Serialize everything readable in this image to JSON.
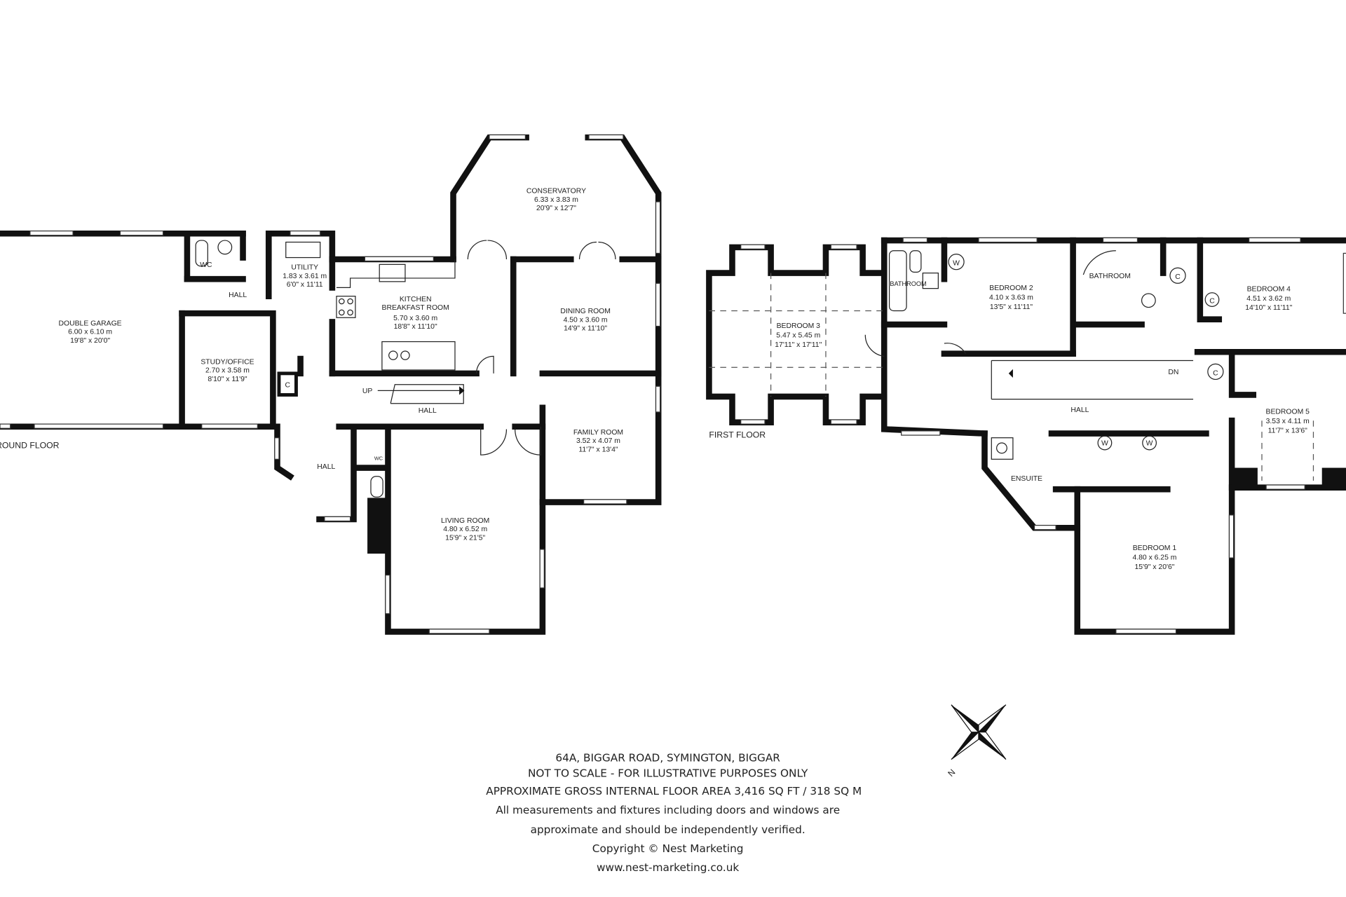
{
  "floors": {
    "ground": {
      "label": "GROUND FLOOR",
      "rooms": [
        {
          "name": "DOUBLE GARAGE",
          "metric": "6.00 x 6.10 m",
          "imperial": "19'8\" x 20'0\""
        },
        {
          "name": "WC"
        },
        {
          "name": "HALL"
        },
        {
          "name": "UTILITY",
          "metric": "1.83 x 3.61 m",
          "imperial": "6'0\" x 11'11"
        },
        {
          "name": "STUDY/OFFICE",
          "metric": "2.70 x 3.58 m",
          "imperial": "8'10\" x 11'9\""
        },
        {
          "name": "KITCHEN",
          "name2": "BREAKFAST ROOM",
          "metric": "5.70 x 3.60 m",
          "imperial": "18'8\" x 11'10\""
        },
        {
          "name": "CONSERVATORY",
          "metric": "6.33 x 3.83 m",
          "imperial": "20'9\" x 12'7\""
        },
        {
          "name": "DINING ROOM",
          "metric": "4.50 x 3.60 m",
          "imperial": "14'9\" x 11'10\""
        },
        {
          "name": "HALL"
        },
        {
          "name": "FAMILY ROOM",
          "metric": "3.52 x 4.07 m",
          "imperial": "11'7\" x 13'4\""
        },
        {
          "name": "HALL"
        },
        {
          "name": "WC"
        },
        {
          "name": "LIVING ROOM",
          "metric": "4.80 x 6.52 m",
          "imperial": "15'9\" x 21'5\""
        }
      ],
      "markers": {
        "up": "UP",
        "cupboard": "C"
      }
    },
    "first": {
      "label": "FIRST FLOOR",
      "rooms": [
        {
          "name": "BEDROOM 3",
          "metric": "5.47 x 5.45 m",
          "imperial": "17'11\" x 17'11\""
        },
        {
          "name": "BATHROOM"
        },
        {
          "name": "BEDROOM 2",
          "metric": "4.10 x 3.63 m",
          "imperial": "13'5\" x 11'11\""
        },
        {
          "name": "BATHROOM"
        },
        {
          "name": "BEDROOM 4",
          "metric": "4.51 x 3.62 m",
          "imperial": "14'10\" x 11'11\""
        },
        {
          "name": "HALL"
        },
        {
          "name": "BEDROOM 5",
          "metric": "3.53 x 4.11 m",
          "imperial": "11'7\" x 13'6\""
        },
        {
          "name": "ENSUITE"
        },
        {
          "name": "BEDROOM 1",
          "metric": "4.80 x 6.25 m",
          "imperial": "15'9\" x 20'6\""
        }
      ],
      "markers": {
        "down": "DN",
        "cupboard": "C",
        "wardrobe": "W"
      }
    }
  },
  "compass": {
    "north_label": "N"
  },
  "footer": {
    "address": "64A, BIGGAR ROAD, SYMINGTON, BIGGAR",
    "scale_note": "NOT TO SCALE - FOR ILLUSTRATIVE PURPOSES ONLY",
    "area": "APPROXIMATE GROSS INTERNAL FLOOR AREA 3,416 SQ FT / 318 SQ M",
    "disclaimer_1": "All measurements and fixtures including doors and windows are",
    "disclaimer_2": "approximate and should be independently verified.",
    "copyright": "Copyright © Nest Marketing",
    "website": "www.nest-marketing.co.uk"
  }
}
